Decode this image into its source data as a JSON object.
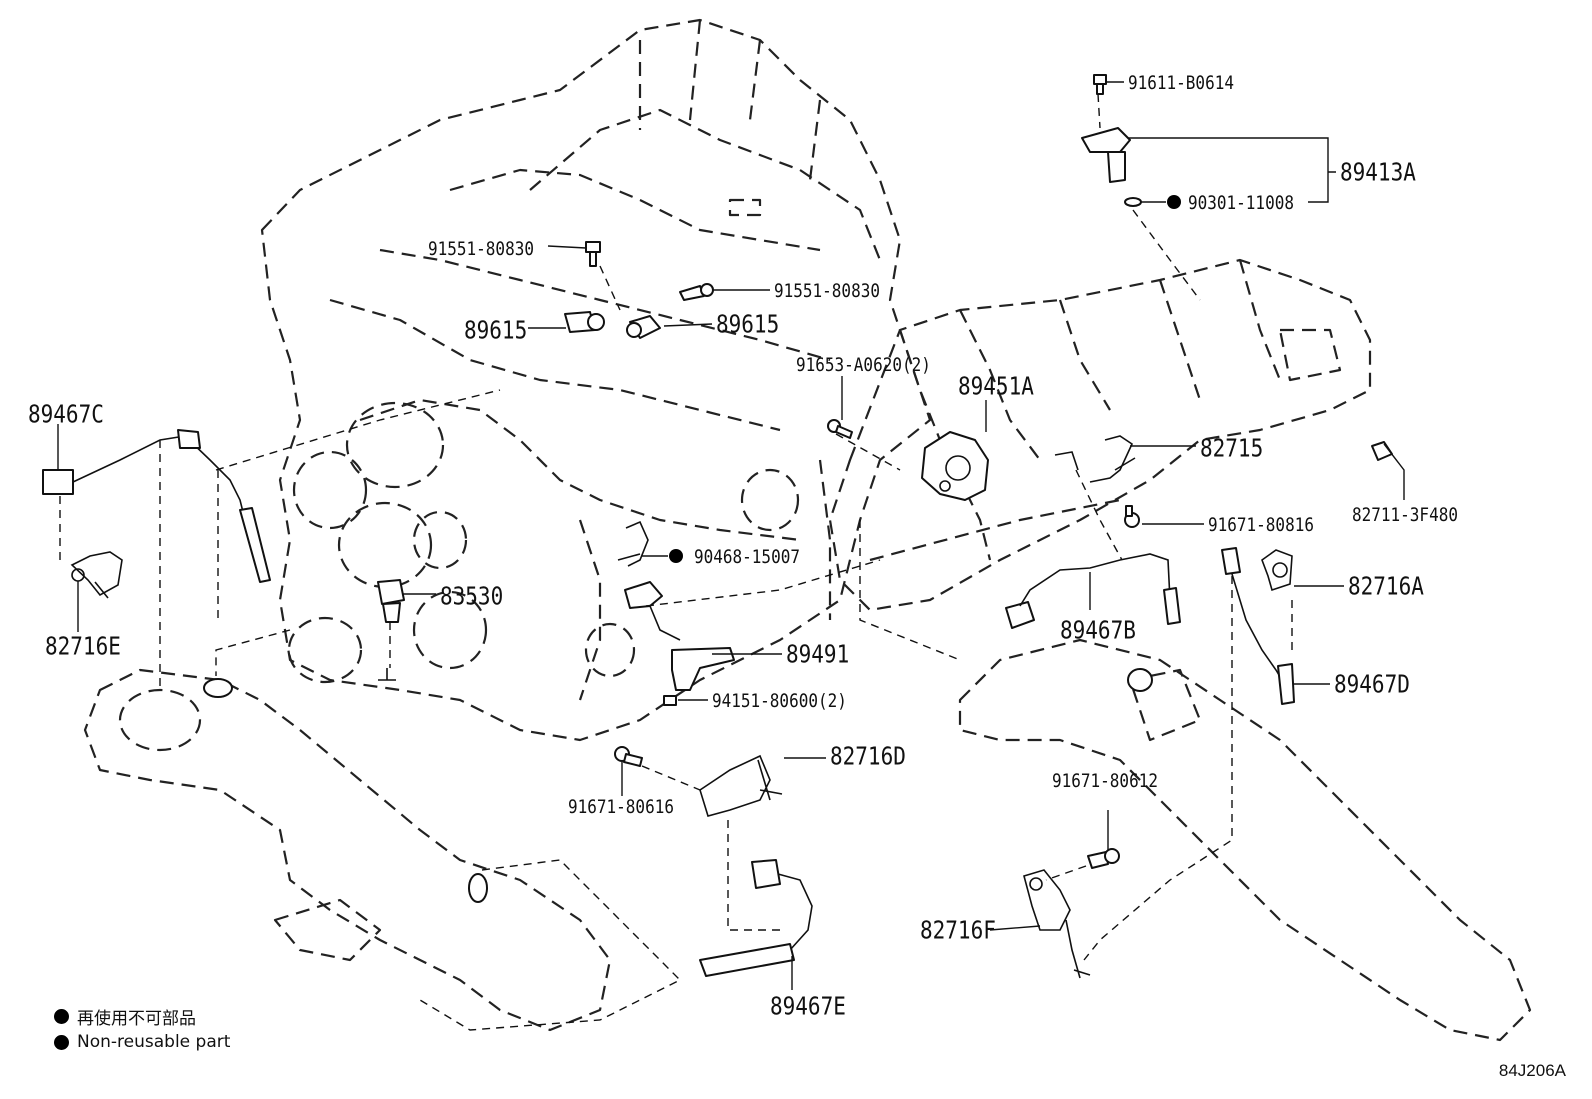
{
  "labels": {
    "p91611_b0614": "91611-B0614",
    "p89413a": "89413A",
    "p90301_11008": "90301-11008",
    "p91551_80830_a": "91551-80830",
    "p91551_80830_b": "91551-80830",
    "p89615_a": "89615",
    "p89615_b": "89615",
    "p89451a": "89451A",
    "p91653_a0620": "91653-A0620(2)",
    "p82715": "82715",
    "p82711_3f480": "82711-3F480",
    "p91671_80816": "91671-80816",
    "p89467c": "89467C",
    "p82716a": "82716A",
    "p90468_15007": "90468-15007",
    "p83530": "83530",
    "p89467b": "89467B",
    "p82716e": "82716E",
    "p89491": "89491",
    "p89467d": "89467D",
    "p94151_80600": "94151-80600(2)",
    "p82716d": "82716D",
    "p91671_80612": "91671-80612",
    "p91671_80616": "91671-80616",
    "p82716f": "82716F",
    "p89467e": "89467E"
  },
  "legend": {
    "jp": "再使用不可部品",
    "en": "Non-reusable part"
  },
  "figure_ref": "84J206A"
}
